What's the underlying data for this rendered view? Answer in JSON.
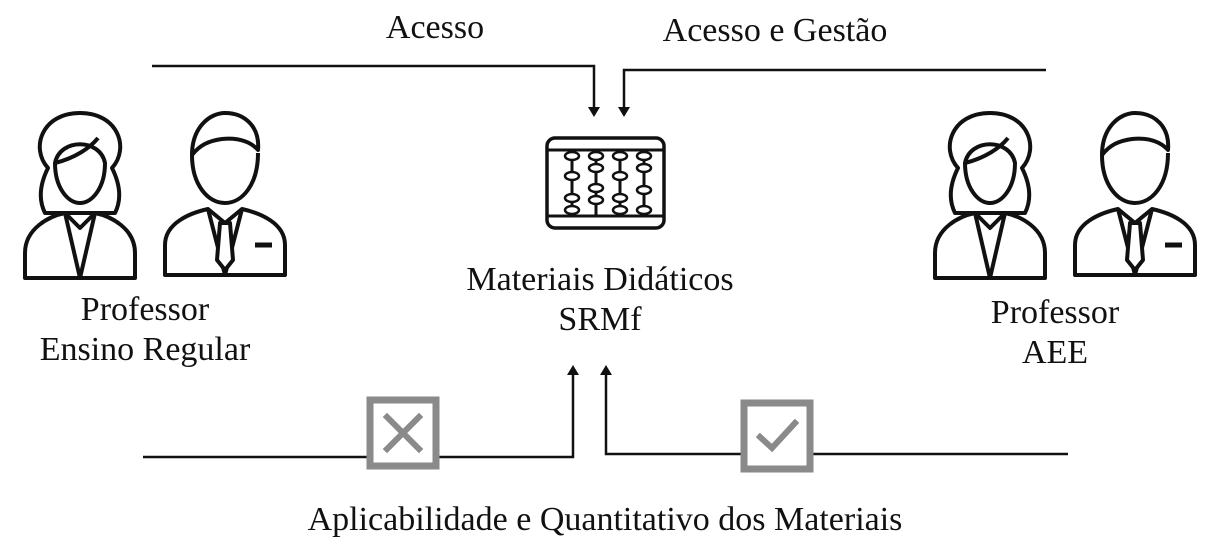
{
  "labels": {
    "access": "Acesso",
    "access_and_management": "Acesso e Gestão",
    "materials_line1": "Materiais Didáticos",
    "materials_line2": "SRMf",
    "teacher_regular_line1": "Professor",
    "teacher_regular_line2": "Ensino Regular",
    "teacher_aee_line1": "Professor",
    "teacher_aee_line2": "AEE",
    "bottom_caption": "Aplicabilidade e Quantitativo dos Materiais"
  },
  "icons": {
    "center": "abacus-icon",
    "left_people": [
      "female-teacher-icon",
      "male-teacher-icon"
    ],
    "right_people": [
      "female-teacher-icon",
      "male-teacher-icon"
    ],
    "bottom_left_box": "cross-box-icon",
    "bottom_right_box": "check-box-icon"
  },
  "colors": {
    "stroke": "#111111",
    "box_gray": "#8a8a8a"
  }
}
